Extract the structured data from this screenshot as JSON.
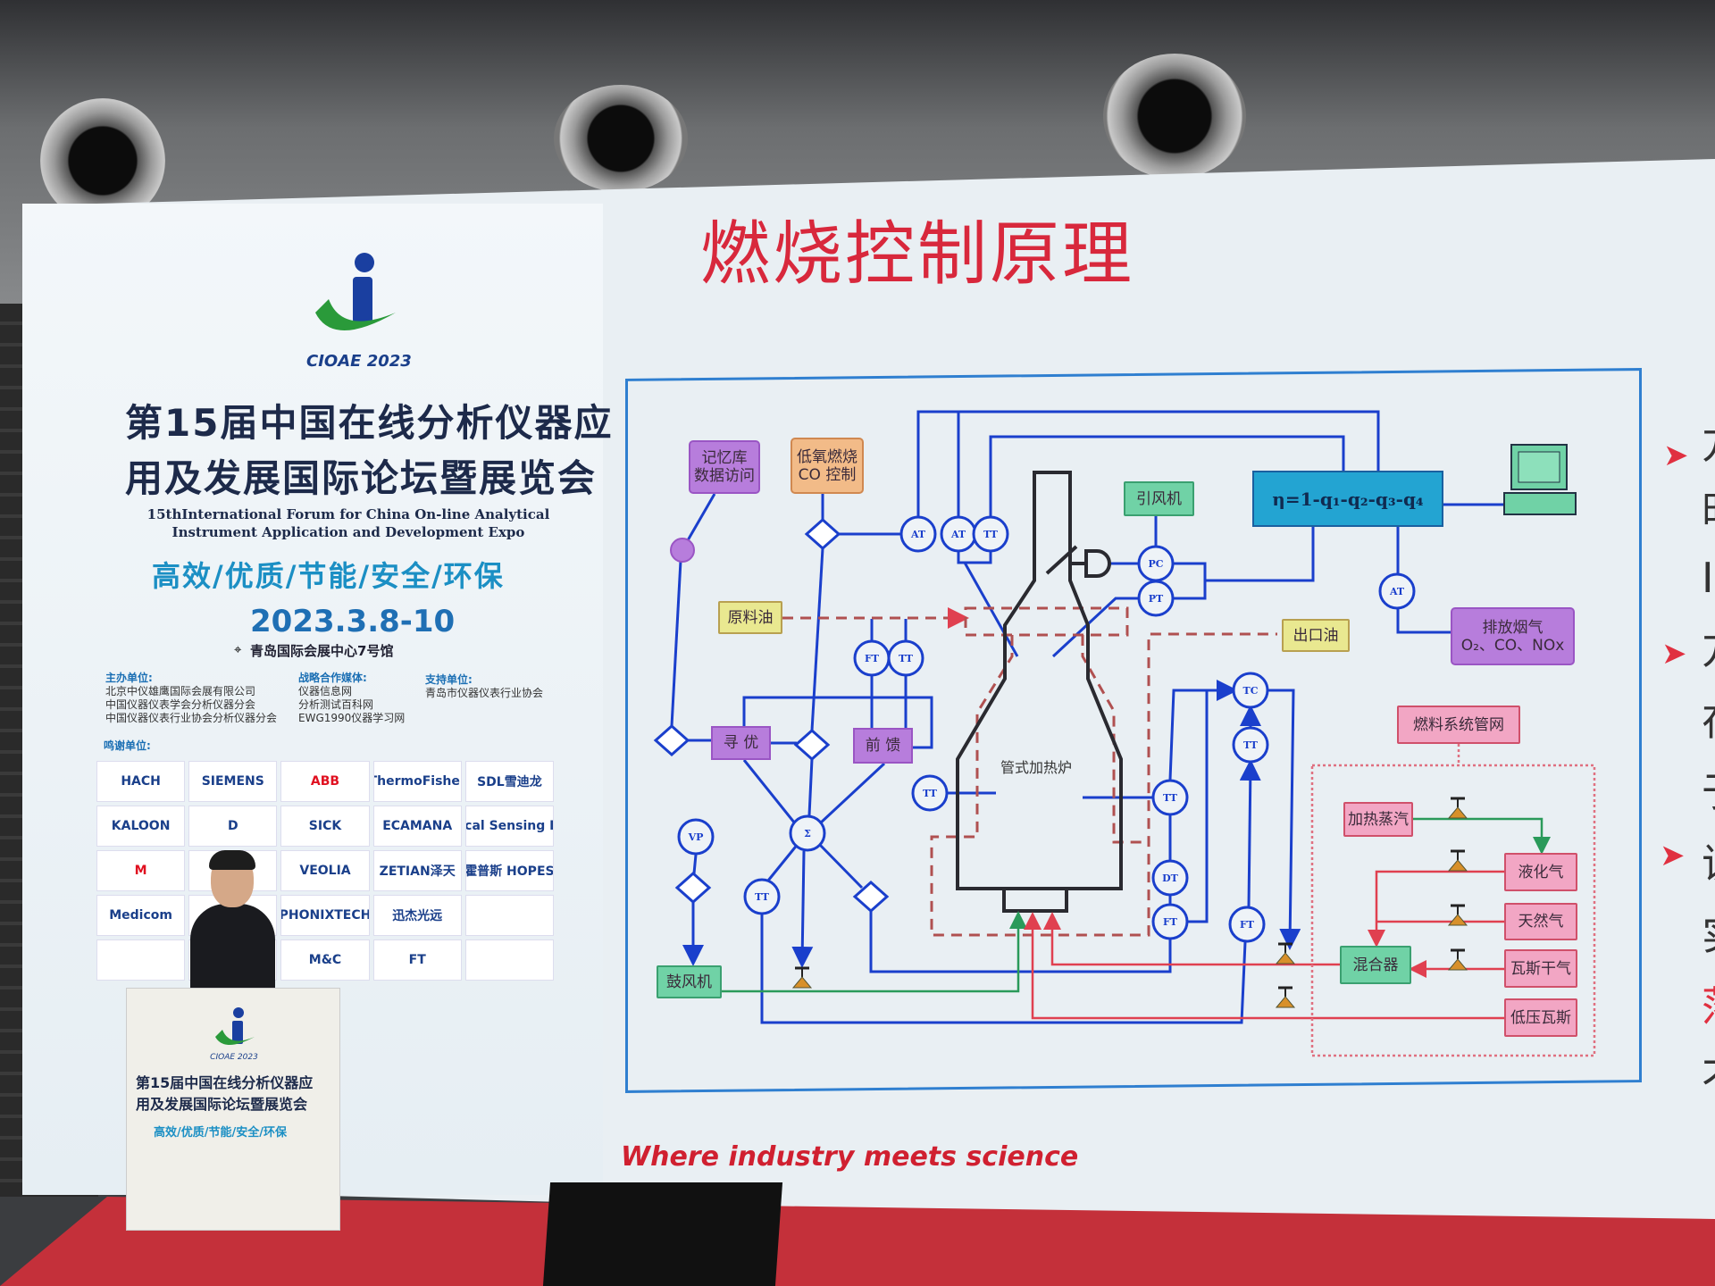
{
  "event": {
    "logo_text": "CIOAE 2023",
    "title_line1": "第15届中国在线分析仪器应",
    "title_line2": "用及发展国际论坛暨展览会",
    "english_line1": "15thInternational Forum for China On-line Analytical",
    "english_line2": "Instrument Application and Development Expo",
    "slogan": "高效/优质/节能/安全/环保",
    "date": "2023.3.8-10",
    "venue": "青岛国际会展中心7号馆",
    "organizers_label": "主办单位:",
    "organizers": [
      "北京中仪雄鹰国际会展有限公司",
      "中国仪器仪表学会分析仪器分会",
      "中国仪器仪表行业协会分析仪器分会"
    ],
    "media_label": "战略合作媒体:",
    "media": [
      "仪器信息网",
      "分析测试百科网",
      "EWG1990仪器学习网"
    ],
    "support_label": "支持单位:",
    "support": [
      "青岛市仪器仪表行业协会"
    ],
    "thanks_label": "鸣谢单位:",
    "sponsors": [
      "HACH",
      "SIEMENS",
      "ABB",
      "ThermoFisher",
      "SDL雪迪龙",
      "KALOON",
      "D",
      "SICK",
      "ECAMANA",
      "Analytical Sensing Devices",
      "M",
      "",
      "VEOLIA",
      "ZETIAN泽天",
      "霍普斯 HOPES",
      "Medicom",
      "",
      "PHONIXTECH",
      "迅杰光远",
      "",
      "",
      "",
      "M&C",
      "FT",
      ""
    ]
  },
  "slide": {
    "title": "燃烧控制原理",
    "tagline": "Where industry meets science",
    "edge_chars": [
      "方",
      "时",
      "I",
      "方",
      "在",
      "于",
      "议",
      "实",
      "落",
      "不"
    ],
    "diagram": {
      "memory": "记忆库\n数据访问",
      "low_oxygen": "低氧燃烧\nCO 控制",
      "feed_oil": "原料油",
      "induced_fan": "引风机",
      "efficiency": "η=1-q₁-q₂-q₃-q₄",
      "exhaust": "排放烟气\nO₂、CO、NOx",
      "outlet_oil": "出口油",
      "fuel_network": "燃料系统管网",
      "heating_steam": "加热蒸汽",
      "lpg": "液化气",
      "natural_gas": "天然气",
      "dry_gas": "瓦斯干气",
      "low_pressure_gas": "低压瓦斯",
      "mixer": "混合器",
      "optimize": "寻 优",
      "feedforward": "前 馈",
      "blower": "鼓风机",
      "furnace": "管式加热炉",
      "instruments": [
        "AT",
        "AT",
        "TT",
        "PC",
        "PT",
        "FT",
        "TT",
        "TT",
        "TC",
        "TT",
        "TT",
        "DT",
        "FT",
        "FT",
        "AT",
        "VP",
        "Σ",
        "TT"
      ]
    }
  },
  "colors": {
    "title_red": "#d8283c",
    "diagram_blue": "#1a3fcc",
    "slogan_blue": "#1b8fc4"
  }
}
